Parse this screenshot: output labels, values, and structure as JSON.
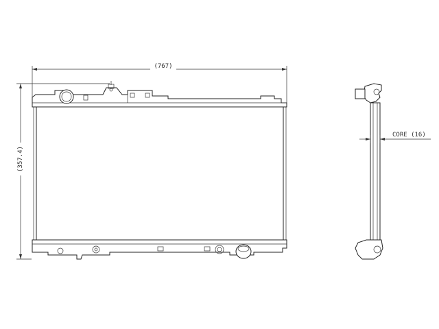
{
  "dimensions": {
    "width": "(767)",
    "height": "(357.4)",
    "core": "CORE (16)"
  },
  "colors": {
    "line": "#222222",
    "background": "#ffffff"
  }
}
